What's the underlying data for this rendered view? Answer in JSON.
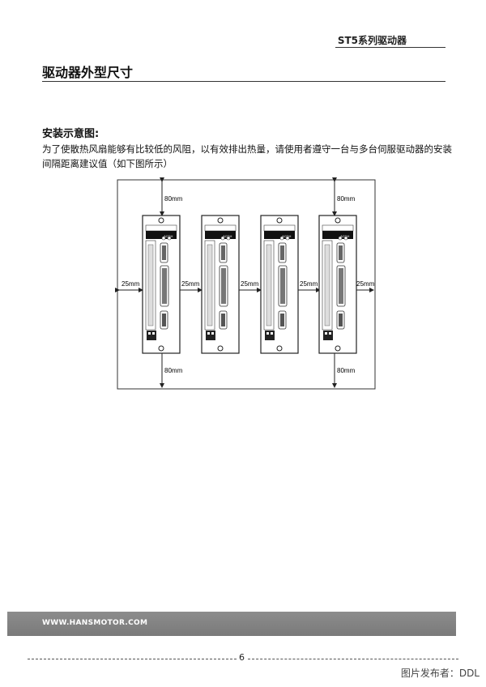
{
  "header": {
    "title": "ST5系列驱动器"
  },
  "page": {
    "title": "驱动器外型尺寸",
    "page_number": "6"
  },
  "section": {
    "heading": "安装示意图:",
    "paragraph": "为了使散热风扇能够有比较低的风阻，以有效排出热量，请使用者遵守一台与多台伺服驱动器的安装间隔距离建议值（如下图所示）"
  },
  "diagram": {
    "labels": {
      "top_left": "80mm",
      "top_right": "80mm",
      "bottom_left": "80mm",
      "bottom_right": "80mm",
      "gap_1": "25mm",
      "gap_2": "25mm",
      "gap_3": "25mm",
      "gap_4": "25mm",
      "gap_5": "25mm"
    },
    "unit_label": "ACDH"
  },
  "footer": {
    "url": "WWW.HANSMOTOR.COM"
  },
  "watermark": "图片发布者：DDL"
}
